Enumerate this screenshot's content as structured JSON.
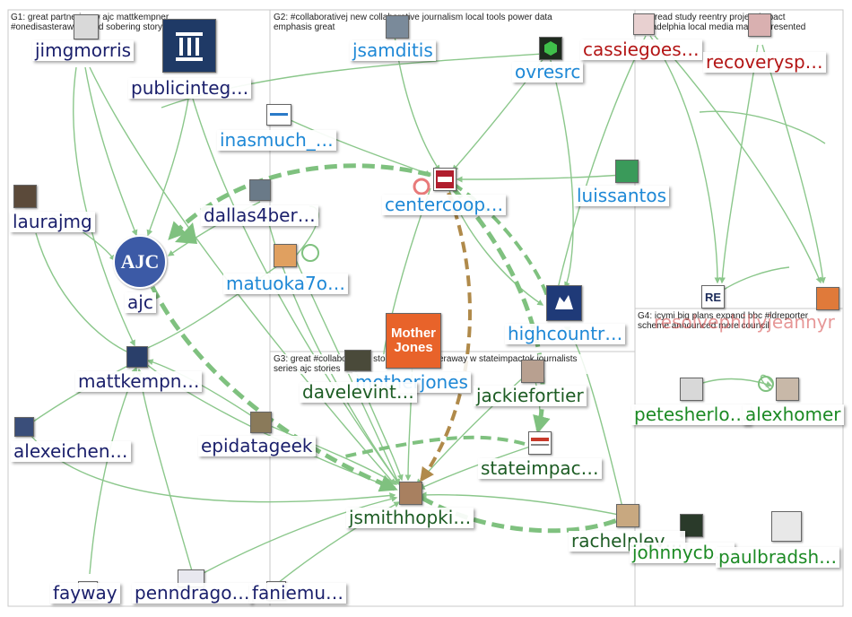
{
  "groups": [
    {
      "id": "g1",
      "title_line1": "G1: great partnering w ajc mattkempner",
      "title_line2": "#onedisasteraway read sobering story georgia"
    },
    {
      "id": "g2",
      "title_line1": "G2: #collaborativej new collaborative journalism local tools power data",
      "title_line2": "emphasis great"
    },
    {
      "id": "g3",
      "title_line1": "G3: great #collaborativej story #onedisasteraway w stateimpactok journalists",
      "title_line2": "series ajc stories"
    },
    {
      "id": "g4",
      "title_line1": "G4: icymi big plans expand bbc #ldreporter",
      "title_line2": "scheme announced more council"
    },
    {
      "id": "g5",
      "title_line1": "G5: read study reentry project impact",
      "title_line2": "philadelphia local media market presented"
    }
  ],
  "nodes": [
    {
      "id": "jimgmorris",
      "label": "jimgmorris",
      "color": "#1a1f6b"
    },
    {
      "id": "publicinteg",
      "label": "publicinteg…",
      "color": "#1a1f6b",
      "avatar_text": ""
    },
    {
      "id": "laurajmg",
      "label": "laurajmg",
      "color": "#1a1f6b"
    },
    {
      "id": "ajc",
      "label": "ajc",
      "color": "#1a1f6b",
      "avatar_text": "AJC"
    },
    {
      "id": "dallas4ber",
      "label": "dallas4ber…",
      "color": "#1a1f6b"
    },
    {
      "id": "mattkempn",
      "label": "mattkempn…",
      "color": "#1a1f6b"
    },
    {
      "id": "alexeichen",
      "label": "alexeichen…",
      "color": "#1a1f6b"
    },
    {
      "id": "epidatageek",
      "label": "epidatageek",
      "color": "#1a1f6b"
    },
    {
      "id": "fayway",
      "label": "fayway",
      "color": "#1a1f6b"
    },
    {
      "id": "penndrago",
      "label": "penndrago…",
      "color": "#1a1f6b"
    },
    {
      "id": "faniemu",
      "label": "faniemu…",
      "color": "#1a1f6b"
    },
    {
      "id": "jsamditis",
      "label": "jsamditis",
      "color": "#1e88d6"
    },
    {
      "id": "ovresrc",
      "label": "ovresrc",
      "color": "#1e88d6"
    },
    {
      "id": "inasmuch",
      "label": "inasmuch_…",
      "color": "#1e88d6"
    },
    {
      "id": "centercoop",
      "label": "centercoop…",
      "color": "#1e88d6"
    },
    {
      "id": "luissantos",
      "label": "luissantos",
      "color": "#1e88d6"
    },
    {
      "id": "matuoka7o",
      "label": "matuoka7o…",
      "color": "#1e88d6"
    },
    {
      "id": "highcountr",
      "label": "highcountr…",
      "color": "#1e88d6"
    },
    {
      "id": "motherjones",
      "label": "motherjones",
      "color": "#1e88d6",
      "avatar_text": "Mother Jones"
    },
    {
      "id": "cassiegoes",
      "label": "cassiegoes…",
      "color": "#b31515"
    },
    {
      "id": "recoverysp",
      "label": "recoverysp…",
      "color": "#b31515"
    },
    {
      "id": "resolvephilly",
      "label": "resolvephillyjeannyr",
      "color": "#b31515"
    },
    {
      "id": "davelevint",
      "label": "davelevint…",
      "color": "#1d5c24"
    },
    {
      "id": "jackiefortier",
      "label": "jackiefortier",
      "color": "#1d5c24"
    },
    {
      "id": "stateimpac",
      "label": "stateimpac…",
      "color": "#1d5c24"
    },
    {
      "id": "jsmithhopki",
      "label": "jsmithhopki…",
      "color": "#1d5c24"
    },
    {
      "id": "rachelplev",
      "label": "rachelplev…",
      "color": "#1d5c24"
    },
    {
      "id": "petesherlo",
      "label": "petesherlo…",
      "color": "#1c8a24"
    },
    {
      "id": "alexhomer",
      "label": "alexhomer",
      "color": "#1c8a24"
    },
    {
      "id": "johnnycb",
      "label": "johnnycb…",
      "color": "#1c8a24"
    },
    {
      "id": "paulbradsh",
      "label": "paulbradsh…",
      "color": "#1c8a24"
    }
  ],
  "colors": {
    "edge": "#7fc17f",
    "edge_strong": "#6aa86a",
    "edge_brown": "#b08a4a",
    "group_border": "#c8c8c8"
  }
}
